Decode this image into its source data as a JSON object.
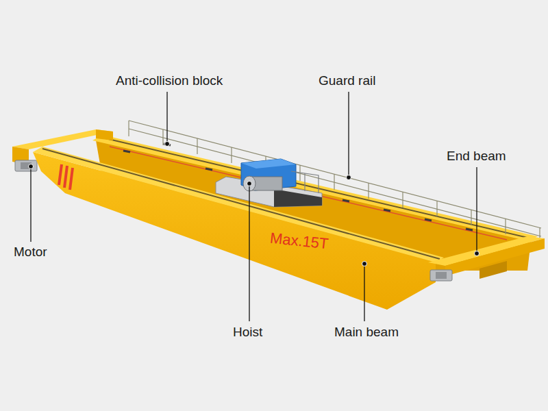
{
  "diagram": {
    "labels": [
      "Anti-collision block",
      "Guard rail",
      "End beam",
      "Motor",
      "Hoist",
      "Main beam",
      "Max.15T"
    ]
  }
}
